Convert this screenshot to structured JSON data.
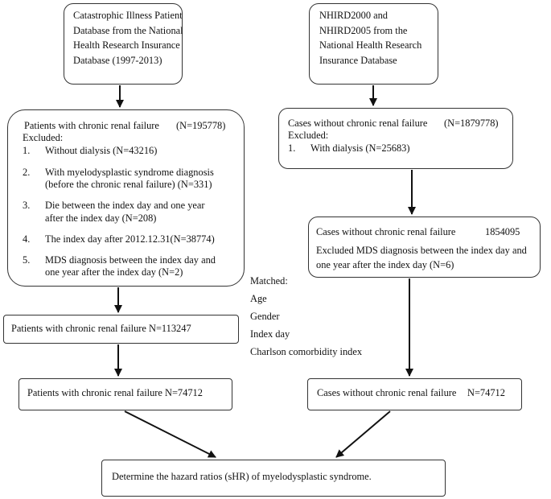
{
  "box_catastrophic": {
    "lines": [
      "Catastrophic Illness Patient",
      "Database from the National",
      "Health Research Insurance",
      "Database (1997-2013)"
    ]
  },
  "box_nhird": {
    "lines": [
      "NHIRD2000 and",
      "NHIRD2005 from the",
      "National Health Research",
      "Insurance Database"
    ]
  },
  "box_crf_excluded": {
    "title": "Patients with chronic renal failure",
    "count": "(N=195778)",
    "excluded_label": "Excluded:",
    "items": [
      {
        "num": "1.",
        "lines": [
          "Without dialysis (N=43216)"
        ]
      },
      {
        "num": "2.",
        "lines": [
          "With myelodysplastic syndrome diagnosis",
          "(before the chronic renal failure) (N=331)"
        ]
      },
      {
        "num": "3.",
        "lines": [
          "Die between the index day and one year",
          "after the index day (N=208)"
        ]
      },
      {
        "num": "4.",
        "lines": [
          "The index day after 2012.12.31(N=38774)"
        ]
      },
      {
        "num": "5.",
        "lines": [
          "MDS diagnosis between the index day and",
          "one year after the index day (N=2)"
        ]
      }
    ]
  },
  "box_no_crf_excluded": {
    "title": "Cases without chronic renal failure",
    "count": "(N=1879778)",
    "excluded_label": "Excluded:",
    "item_num": "1.",
    "item_text": "With dialysis (N=25683)"
  },
  "box_no_crf_mds": {
    "title": "Cases without chronic renal failure",
    "count": "1854095",
    "line2": "Excluded MDS diagnosis between the index day and",
    "line3": "one year after the index day (N=6)"
  },
  "matched": {
    "label": "Matched:",
    "items": [
      "Age",
      "Gender",
      "Index day",
      "Charlson comorbidity index"
    ]
  },
  "box_crf_113247": {
    "text": "Patients with chronic renal failure N=113247"
  },
  "box_crf_74712": {
    "text": "Patients with chronic renal failure N=74712"
  },
  "box_no_crf_74712": {
    "title": "Cases without chronic renal failure",
    "count": "N=74712"
  },
  "box_hazard": {
    "text": "Determine the hazard ratios (sHR) of myelodysplastic syndrome."
  }
}
